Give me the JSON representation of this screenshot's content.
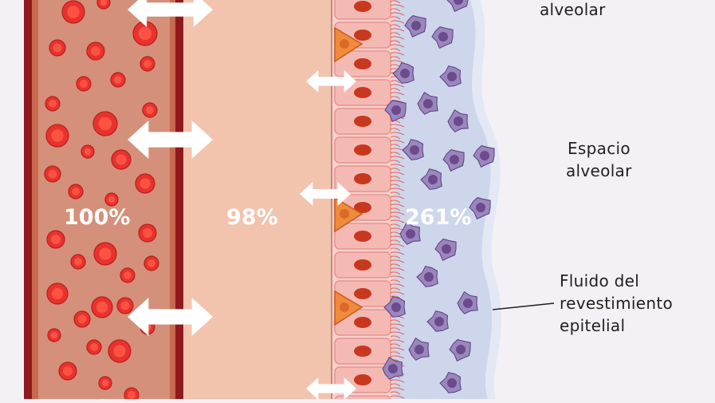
{
  "labels": {
    "top_alveolar": "alveolar",
    "space_line1": "Espacio",
    "space_line2": "alveolar",
    "fluid_line1": "Fluido del",
    "fluid_line2": "revestimiento",
    "fluid_line3": "epitelial"
  },
  "percentages": {
    "blood": "100%",
    "interstitium": "98%",
    "fluid": "261%"
  },
  "colors": {
    "background": "#f3f1f6",
    "vessel_wall": "#8e1a1e",
    "blood": "#d4907a",
    "red_cell": "#e8322c",
    "interstitium": "#f2c3ad",
    "epithelium": "#f5b9b4",
    "nucleus": "#c8381e",
    "fluid": "#cdd6ea",
    "macrophage": "#6b4b8c",
    "arrow": "#ffffff"
  }
}
